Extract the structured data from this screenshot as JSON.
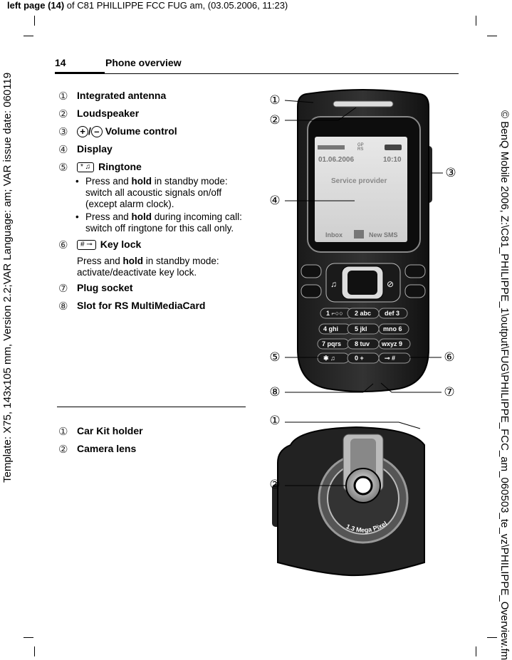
{
  "header": {
    "bold_part": "left page (14)",
    "rest": " of C81 PHILLIPPE FCC FUG am, (03.05.2006, 11:23)"
  },
  "margin_left": "Template: X75, 143x105 mm, Version 2.2;VAR Language: am; VAR issue date: 060119",
  "margin_right": "© BenQ Mobile 2006, Z:\\C81_PHILIPPE_1\\output\\FUG\\PHILIPPE_FCC_am_060503_te_vz\\PHILIPPE_Overview.fm",
  "page": {
    "number": "14",
    "title": "Phone overview"
  },
  "items": [
    {
      "num": "①",
      "label": "Integrated antenna"
    },
    {
      "num": "②",
      "label": "Loudspeaker"
    },
    {
      "num": "③",
      "label": "Volume control",
      "prefix_a": "+",
      "sep": "/",
      "prefix_b": "–"
    },
    {
      "num": "④",
      "label": "Display"
    },
    {
      "num": "⑤",
      "label": "Ringtone",
      "key": "* ♫"
    },
    {
      "num": "⑥",
      "label": "Key lock",
      "key": "# ⊸"
    },
    {
      "num": "⑦",
      "label": "Plug socket"
    },
    {
      "num": "⑧",
      "label": "Slot for RS MultiMediaCard"
    }
  ],
  "ringtone_bullets": [
    {
      "pre": "Press and ",
      "bold": "hold",
      "post": " in standby mode: switch all acoustic signals on/off (except alarm clock)."
    },
    {
      "pre": "Press and ",
      "bold": "hold",
      "post": " during incoming call: switch off ringtone for this call only."
    }
  ],
  "keylock_text": {
    "pre": "Press and ",
    "bold": "hold",
    "post": " in standby mode: activate/deactivate key lock."
  },
  "back_items": [
    {
      "num": "①",
      "label": "Car Kit holder"
    },
    {
      "num": "②",
      "label": "Camera lens"
    }
  ],
  "phone_screen": {
    "date": "01.06.2006",
    "time": "10:10",
    "gprs_top": "GP",
    "gprs_bottom": "RS",
    "provider": "Service provider",
    "soft_left": "Inbox",
    "soft_right": "New SMS"
  },
  "keypad": [
    [
      "1 ⌐○○",
      "2 abc",
      "def 3"
    ],
    [
      "4 ghi",
      "5 jkl",
      "mno 6"
    ],
    [
      "7 pqrs",
      "8 tuv",
      "wxyz 9"
    ],
    [
      "✱ ♫",
      "0 +",
      "⊸ #"
    ]
  ],
  "camera_label": "1.3 Mega Pixel",
  "callouts_front": [
    "①",
    "②",
    "③",
    "④",
    "⑤",
    "⑥",
    "⑦",
    "⑧"
  ],
  "callouts_back": [
    "①",
    "②"
  ]
}
